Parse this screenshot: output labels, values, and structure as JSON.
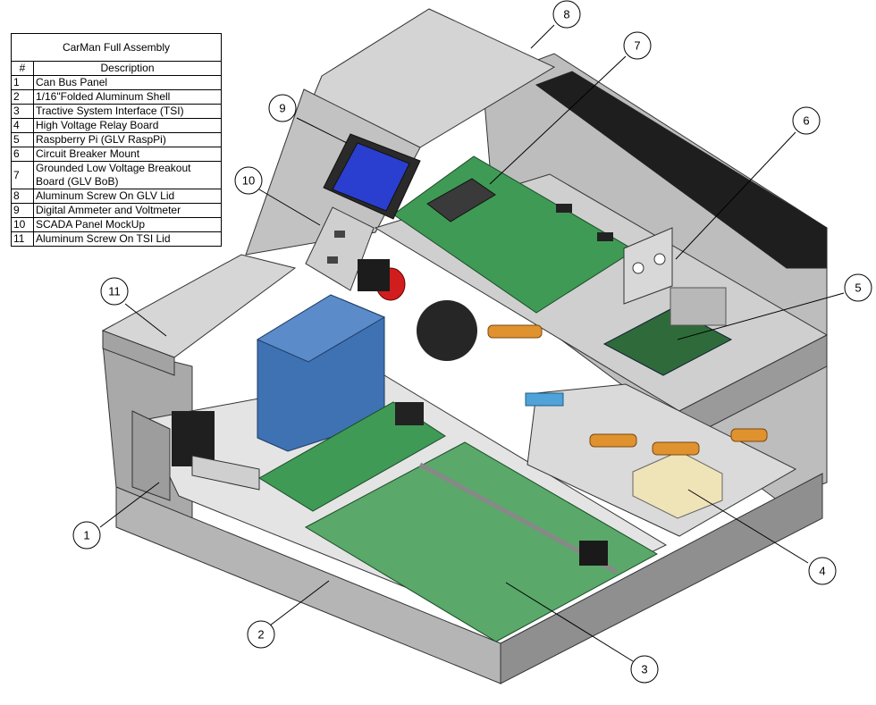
{
  "bom": {
    "title": "CarMan Full Assembly",
    "header_num": "#",
    "header_desc": "Description",
    "rows": [
      {
        "num": "1",
        "desc": "Can Bus Panel"
      },
      {
        "num": "2",
        "desc": "1/16\"Folded Aluminum Shell"
      },
      {
        "num": "3",
        "desc": "Tractive System Interface (TSI)"
      },
      {
        "num": "4",
        "desc": "High Voltage Relay Board"
      },
      {
        "num": "5",
        "desc": "Raspberry Pi (GLV RaspPi)"
      },
      {
        "num": "6",
        "desc": "Circuit Breaker Mount"
      },
      {
        "num": "7",
        "desc": "Grounded Low Voltage Breakout Board (GLV BoB)"
      },
      {
        "num": "8",
        "desc": "Aluminum Screw On GLV Lid"
      },
      {
        "num": "9",
        "desc": "Digital Ammeter and Voltmeter"
      },
      {
        "num": "10",
        "desc": "SCADA Panel MockUp"
      },
      {
        "num": "11",
        "desc": "Aluminum Screw On TSI Lid"
      }
    ]
  },
  "balloons": [
    "1",
    "2",
    "3",
    "4",
    "5",
    "6",
    "7",
    "8",
    "9",
    "10",
    "11"
  ],
  "colors": {
    "aluminum": "#c9c9c9",
    "aluminum_dark": "#8f8f8f",
    "pcb_green": "#3f9a55",
    "pcb_light": "#5aa86a",
    "blue_box": "#3f72b3",
    "meter_screen": "#2a3fd0",
    "breaker_red": "#d11d1d",
    "relay_orange": "#e0922f"
  }
}
